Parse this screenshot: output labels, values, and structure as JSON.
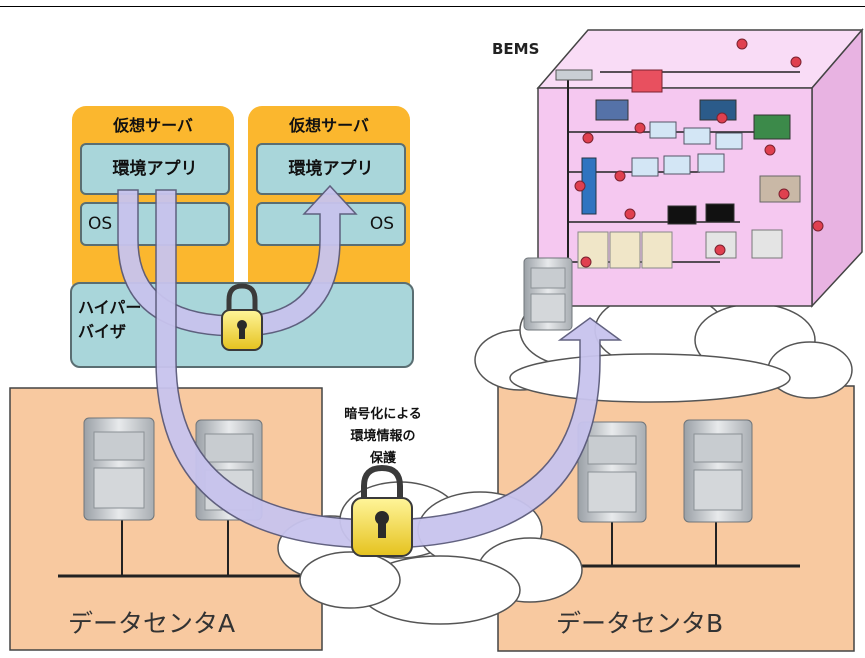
{
  "virtual_server": {
    "title": "仮想サーバ",
    "app_label": "環境アプリ",
    "os_label": "OS"
  },
  "hypervisor": {
    "line1": "ハイパー",
    "line2": "バイザ"
  },
  "datacenter_a": {
    "label": "データセンタA"
  },
  "datacenter_b": {
    "label": "データセンタB"
  },
  "bems": {
    "label": "BEMS"
  },
  "encryption": {
    "line1": "暗号化による",
    "line2": "環境情報の",
    "line3": "保護"
  },
  "colors": {
    "vm_orange": "#fbb72e",
    "teal_box": "#a9d6da",
    "datacenter_fill": "#f8c9a0",
    "building_pink": "#f5c8f0",
    "arrow_lilac": "#c8c4ee",
    "lock_yellow": "#f3e14a"
  }
}
